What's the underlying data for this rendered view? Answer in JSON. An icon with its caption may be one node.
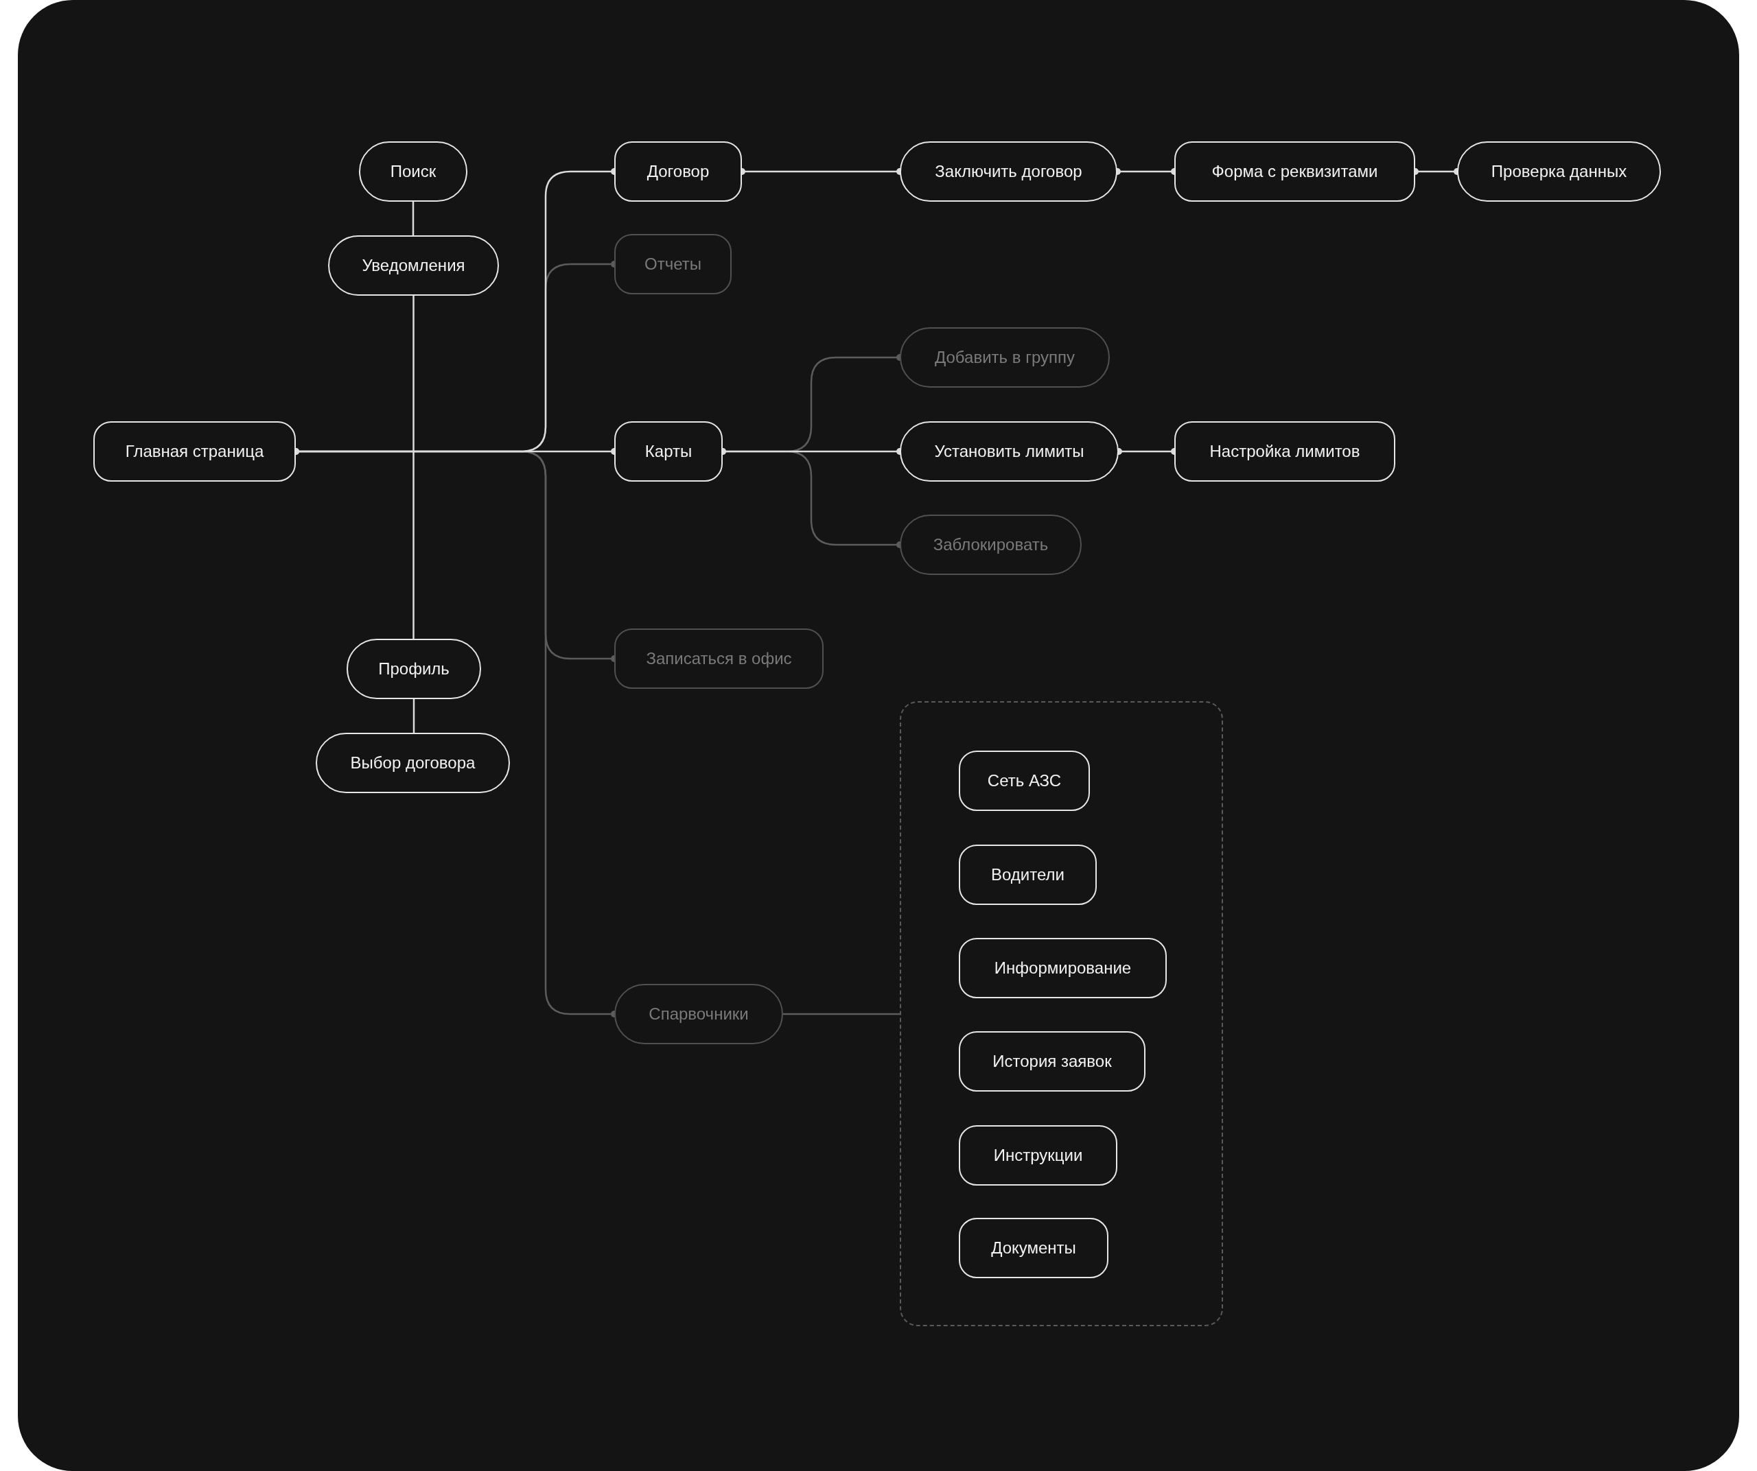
{
  "diagram": {
    "nodes": [
      {
        "text": [
          "Главная страница"
        ]
      },
      {
        "text": [
          "Поиск"
        ]
      },
      {
        "text": [
          "Уведомления"
        ]
      },
      {
        "text": [
          "Профиль"
        ]
      },
      {
        "text": [
          "Выбор договора"
        ]
      },
      {
        "text": [
          "Договор"
        ]
      },
      {
        "text": [
          "Отчеты"
        ]
      },
      {
        "text": [
          "Карты"
        ]
      },
      {
        "text": [
          "Записаться в офис"
        ]
      },
      {
        "text": [
          "Спарвочники"
        ]
      },
      {
        "text": [
          "Заключить договор"
        ]
      },
      {
        "text": [
          "Форма с реквизитами"
        ]
      },
      {
        "text": [
          "Проверка данных"
        ]
      },
      {
        "text": [
          "Добавить в группу"
        ]
      },
      {
        "text": [
          "Установить лимиты"
        ]
      },
      {
        "text": [
          "Настройка лимитов"
        ]
      },
      {
        "text": [
          "Заблокировать"
        ]
      },
      {
        "text": [],
        "shape": "box"
      },
      {
        "text": [
          "Сеть АЗС"
        ],
        "in": 17
      },
      {
        "text": [
          "Водители"
        ],
        "in": 17
      },
      {
        "text": [
          "Информирование"
        ],
        "in": 17
      },
      {
        "text": [
          "История заявок"
        ],
        "in": 17
      },
      {
        "text": [
          "Инструкции"
        ],
        "in": 17
      },
      {
        "text": [
          "Документы"
        ],
        "in": 17
      }
    ],
    "edges": [
      {
        "from": 1,
        "to": 2,
        "arrow": "none"
      },
      {
        "from": 2,
        "to": 3,
        "arrow": "none"
      },
      {
        "from": 3,
        "to": 4,
        "arrow": "none"
      },
      {
        "from": 0,
        "to": 5,
        "arrow": "other"
      },
      {
        "from": 0,
        "to": 6,
        "arrow": "other",
        "color": "#5c5c5c"
      },
      {
        "from": 0,
        "to": 7,
        "arrow": "other"
      },
      {
        "from": 0,
        "to": 8,
        "arrow": "other",
        "color": "#5c5c5c"
      },
      {
        "from": 0,
        "to": 9,
        "arrow": "other",
        "color": "#5c5c5c"
      },
      {
        "from": 5,
        "to": 10,
        "arrow": "other"
      },
      {
        "from": 10,
        "to": 11,
        "arrow": "other"
      },
      {
        "from": 11,
        "to": 12,
        "arrow": "other"
      },
      {
        "from": 7,
        "to": 13,
        "arrow": "other",
        "color": "#5c5c5c"
      },
      {
        "from": 7,
        "to": 14,
        "arrow": "other"
      },
      {
        "from": 7,
        "to": 16,
        "arrow": "other",
        "color": "#5c5c5c"
      },
      {
        "from": 14,
        "to": 15,
        "arrow": "other"
      },
      {
        "from": 9,
        "to": 17,
        "arrow": "none",
        "color": "#5c5c5c"
      }
    ]
  }
}
